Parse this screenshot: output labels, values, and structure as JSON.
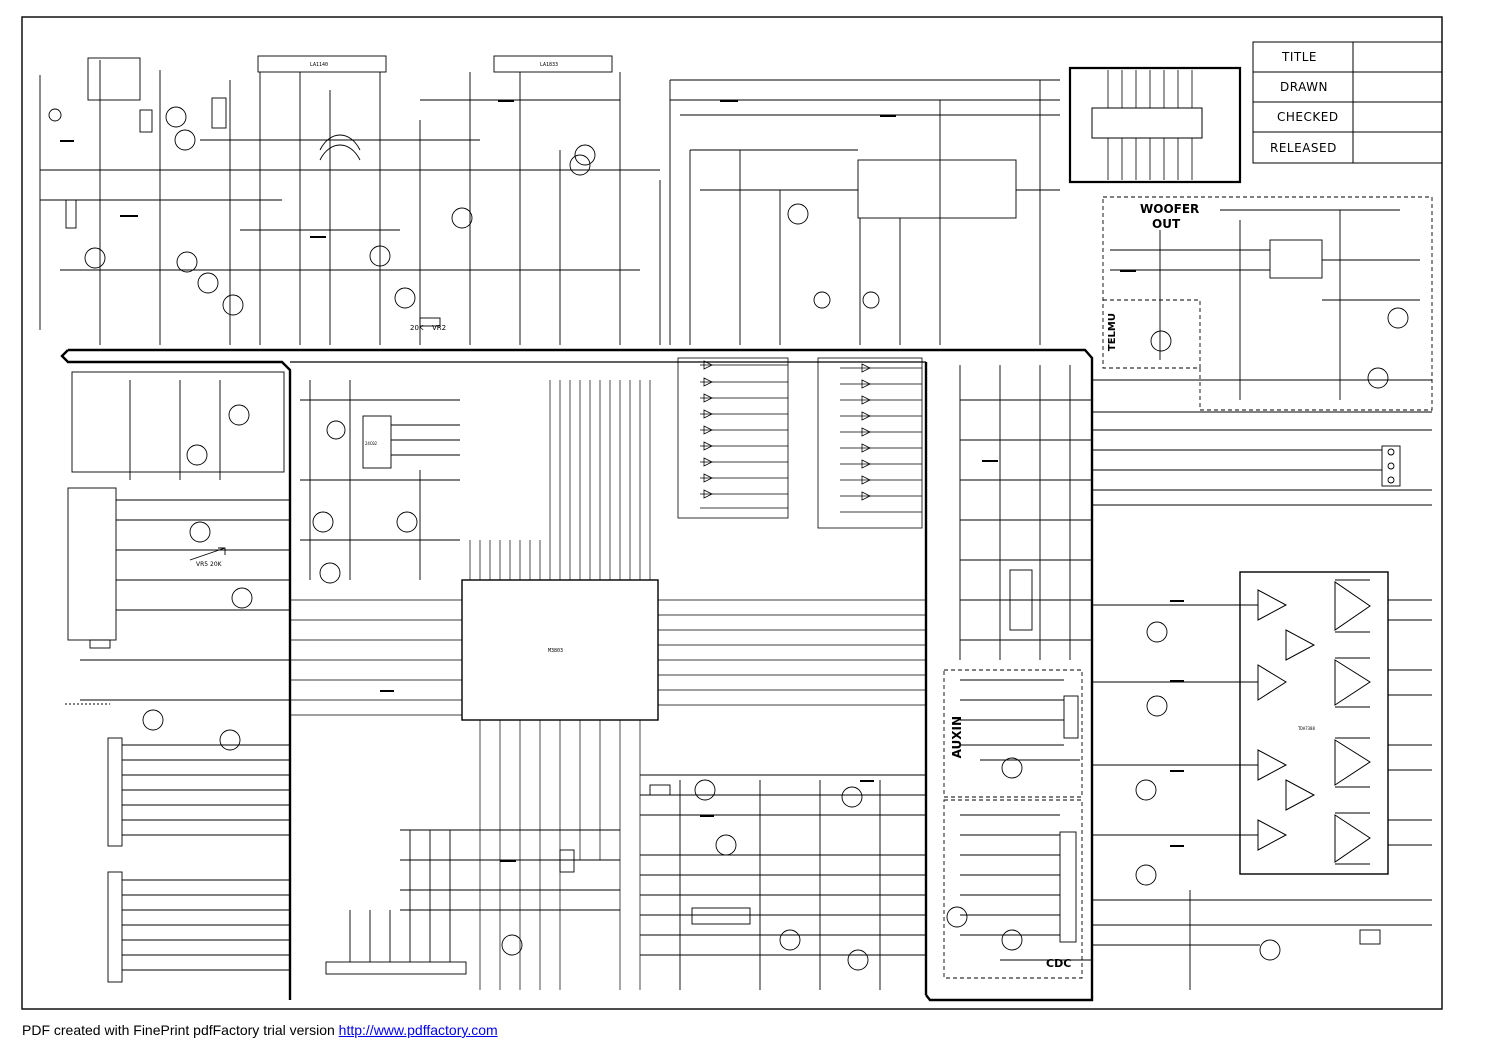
{
  "title_block": {
    "title": "TITLE",
    "drawn": "DRAWN",
    "checked": "CHECKED",
    "released": "RELEASED"
  },
  "blocks": {
    "woofer_line1": "WOOFER",
    "woofer_line2": "OUT",
    "telmu": "TELMU",
    "auxin": "AUXIN",
    "cdc": "CDC",
    "vr2": "VR2",
    "vr2_value": "20K",
    "vr5": "VR5 20K"
  },
  "chips": {
    "u1": "LA1140",
    "u2": "LA1833",
    "mcu": "M3803",
    "eeprom": "24C02",
    "tda": "TDA7388"
  },
  "footer": {
    "text": "PDF created with FinePrint pdfFactory trial version ",
    "link": "http://www.pdffactory.com"
  },
  "colors": {
    "ink": "#000000",
    "paper": "#ffffff",
    "link": "#0000ee"
  }
}
